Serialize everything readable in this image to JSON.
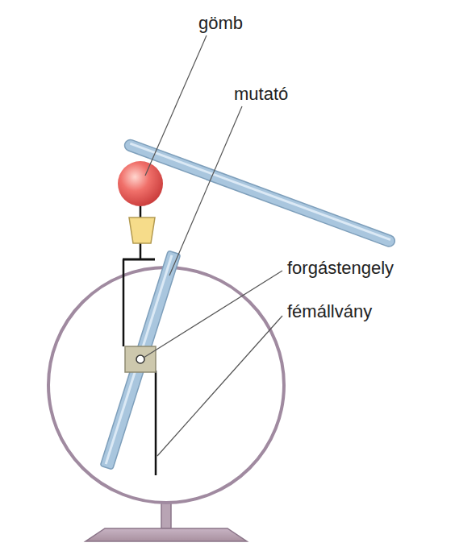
{
  "diagram": {
    "labels": [
      "gömb",
      "mutató",
      "forgástengely",
      "fémállvány"
    ]
  }
}
